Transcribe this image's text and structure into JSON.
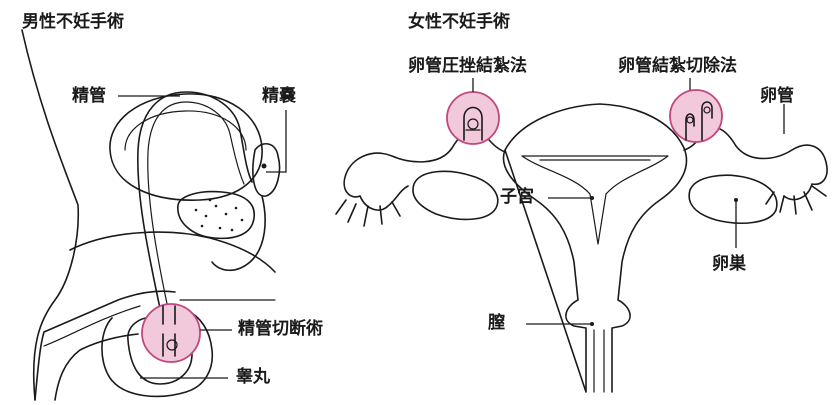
{
  "titles": {
    "male": "男性不妊手術",
    "female": "女性不妊手術"
  },
  "male_labels": {
    "vas_deferens": "精管",
    "seminal_vesicle": "精嚢",
    "vasectomy": "精管切断術",
    "testis": "睾丸"
  },
  "female_labels": {
    "tube_compression": "卵管圧挫結紮法",
    "tube_ligation_excision": "卵管結紮切除法",
    "fallopian_tube": "卵管",
    "uterus": "子宮",
    "ovary": "卵巣",
    "vagina": "膣"
  },
  "colors": {
    "highlight_fill": "#f1c9db",
    "highlight_stroke": "#c0487e",
    "line": "#1a1a1a"
  }
}
